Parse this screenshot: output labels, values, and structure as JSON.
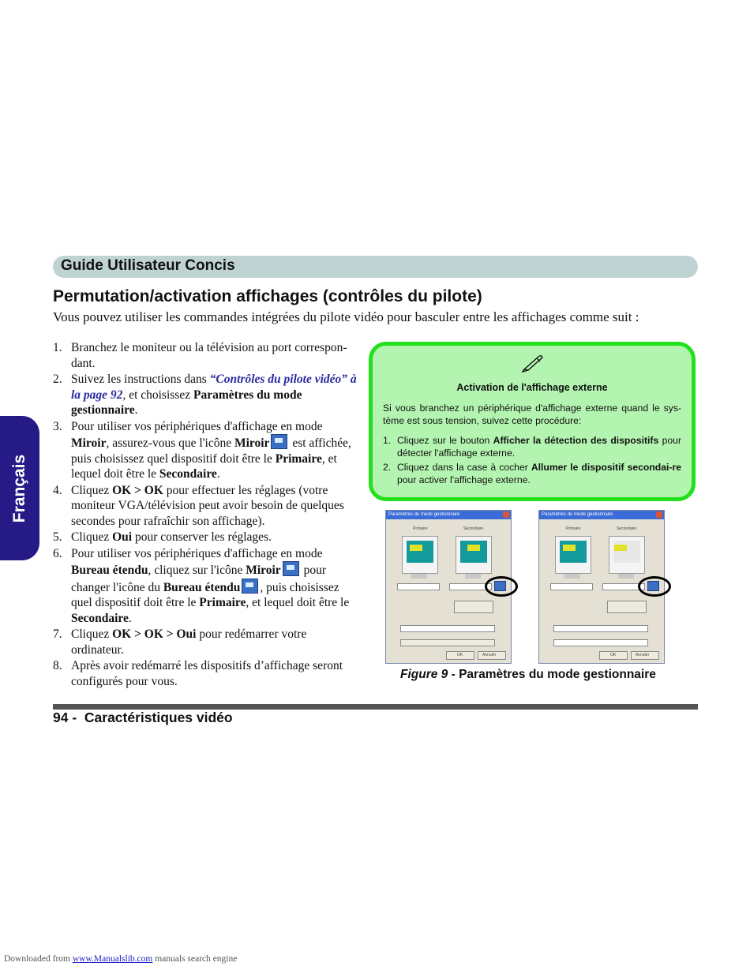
{
  "header": {
    "title": "Guide Utilisateur Concis"
  },
  "side_tab": {
    "label": "Français"
  },
  "section": {
    "heading": "Permutation/activation affichages (contrôles du pilote)",
    "intro": "Vous pouvez utiliser les commandes intégrées du pilote vidéo pour basculer entre les affichages comme suit :"
  },
  "steps": [
    {
      "num": "1.",
      "parts": [
        "Branchez le moniteur ou la télévision au port correspon-dant."
      ]
    },
    {
      "num": "2.",
      "parts": [
        "Suivez les instructions dans ",
        "“Contrôles du pilote vidéo” à la page 92",
        ", et choisissez ",
        "Paramètres du mode gestionnaire",
        "."
      ]
    },
    {
      "num": "3.",
      "parts": [
        "Pour utiliser vos périphériques d'affichage en mode ",
        "Miroir",
        ", assurez-vous que l'icône ",
        "Miroir",
        " est affichée, puis choisissez quel dispositif doit être le ",
        "Primaire",
        ", et lequel doit être le ",
        "Secondaire",
        "."
      ]
    },
    {
      "num": "4.",
      "parts": [
        "Cliquez ",
        "OK > OK",
        " pour effectuer les réglages (votre moniteur VGA/télévision peut avoir besoin de quelques secondes pour rafraîchir son affichage)."
      ]
    },
    {
      "num": "5.",
      "parts": [
        "Cliquez ",
        "Oui",
        " pour conserver les réglages."
      ]
    },
    {
      "num": "6.",
      "parts": [
        "Pour utiliser vos périphériques d'affichage en mode ",
        "Bureau étendu",
        ", cliquez sur l'icône ",
        "Miroir",
        " pour changer l'icône du ",
        "Bureau étendu",
        ", puis choisissez quel dispositif doit être le ",
        "Primaire",
        ", et lequel doit être le ",
        "Secondaire",
        "."
      ]
    },
    {
      "num": "7.",
      "parts": [
        "Cliquez ",
        "OK > OK > Oui",
        " pour redémarrer votre ordinateur."
      ]
    },
    {
      "num": "8.",
      "parts": [
        "Après avoir redémarré les dispositifs d’affichage seront configurés pour vous."
      ]
    }
  ],
  "note": {
    "title": "Activation de l'affichage externe",
    "body": "Si vous branchez un périphérique d'affichage externe quand le sys-tème est sous tension, suivez cette procédure:",
    "steps": [
      {
        "num": "1.",
        "pre": "Cliquez sur le bouton ",
        "bold": "Afficher la détection des dispositifs",
        "post": " pour détecter l'affichage externe."
      },
      {
        "num": "2.",
        "pre": "Cliquez dans la case à cocher ",
        "bold": "Allumer le dispositif secondai-re",
        "post": " pour activer l'affichage externe."
      }
    ]
  },
  "dialogs": {
    "title": "Paramètres du mode gestionnaire",
    "primary_label": "Primaire",
    "secondary_label": "Secondaire",
    "ok_label": "OK",
    "cancel_label": "Annuler"
  },
  "figure": {
    "label": "Figure 9",
    "separator": " - ",
    "caption": "Paramètres du mode gestionnaire"
  },
  "footer": {
    "page_number": "94 -",
    "chapter": "Caractéristiques vidéo"
  },
  "download": {
    "prefix": "Downloaded from ",
    "link": "www.Manualslib.com",
    "suffix": " manuals search engine"
  },
  "colors": {
    "side_tab": "#251a86",
    "header_bar": "#bfd3d3",
    "note_bg": "#b3f4b0",
    "note_border": "#23e01d",
    "link": "#2a2aa0"
  }
}
